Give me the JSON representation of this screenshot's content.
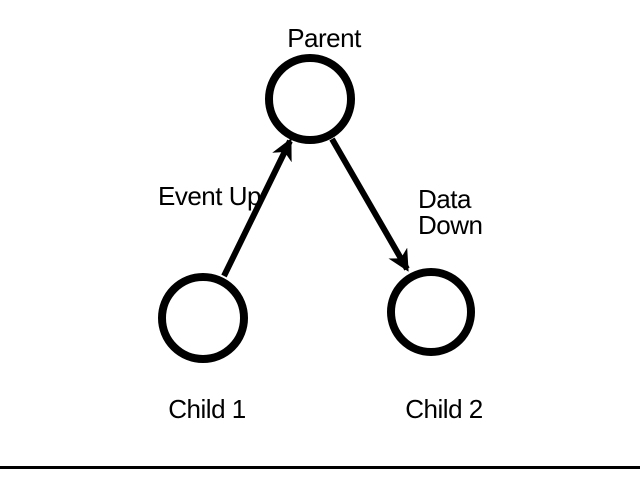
{
  "slide": {
    "background_color": "#ffffff",
    "stroke_color": "#000000"
  },
  "labels": {
    "parent": "Parent",
    "child1": "Child 1",
    "child2": "Child 2",
    "event_up": "Event Up",
    "data_down_line1": "Data",
    "data_down_line2": "Down"
  },
  "diagram": {
    "type": "node-link",
    "nodes": [
      {
        "id": "parent",
        "label": "Parent",
        "shape": "circle"
      },
      {
        "id": "child1",
        "label": "Child 1",
        "shape": "circle"
      },
      {
        "id": "child2",
        "label": "Child 2",
        "shape": "circle"
      }
    ],
    "edges": [
      {
        "from": "child1",
        "to": "parent",
        "label": "Event Up",
        "direction": "up"
      },
      {
        "from": "parent",
        "to": "child2",
        "label": "Data Down",
        "direction": "down"
      }
    ]
  }
}
